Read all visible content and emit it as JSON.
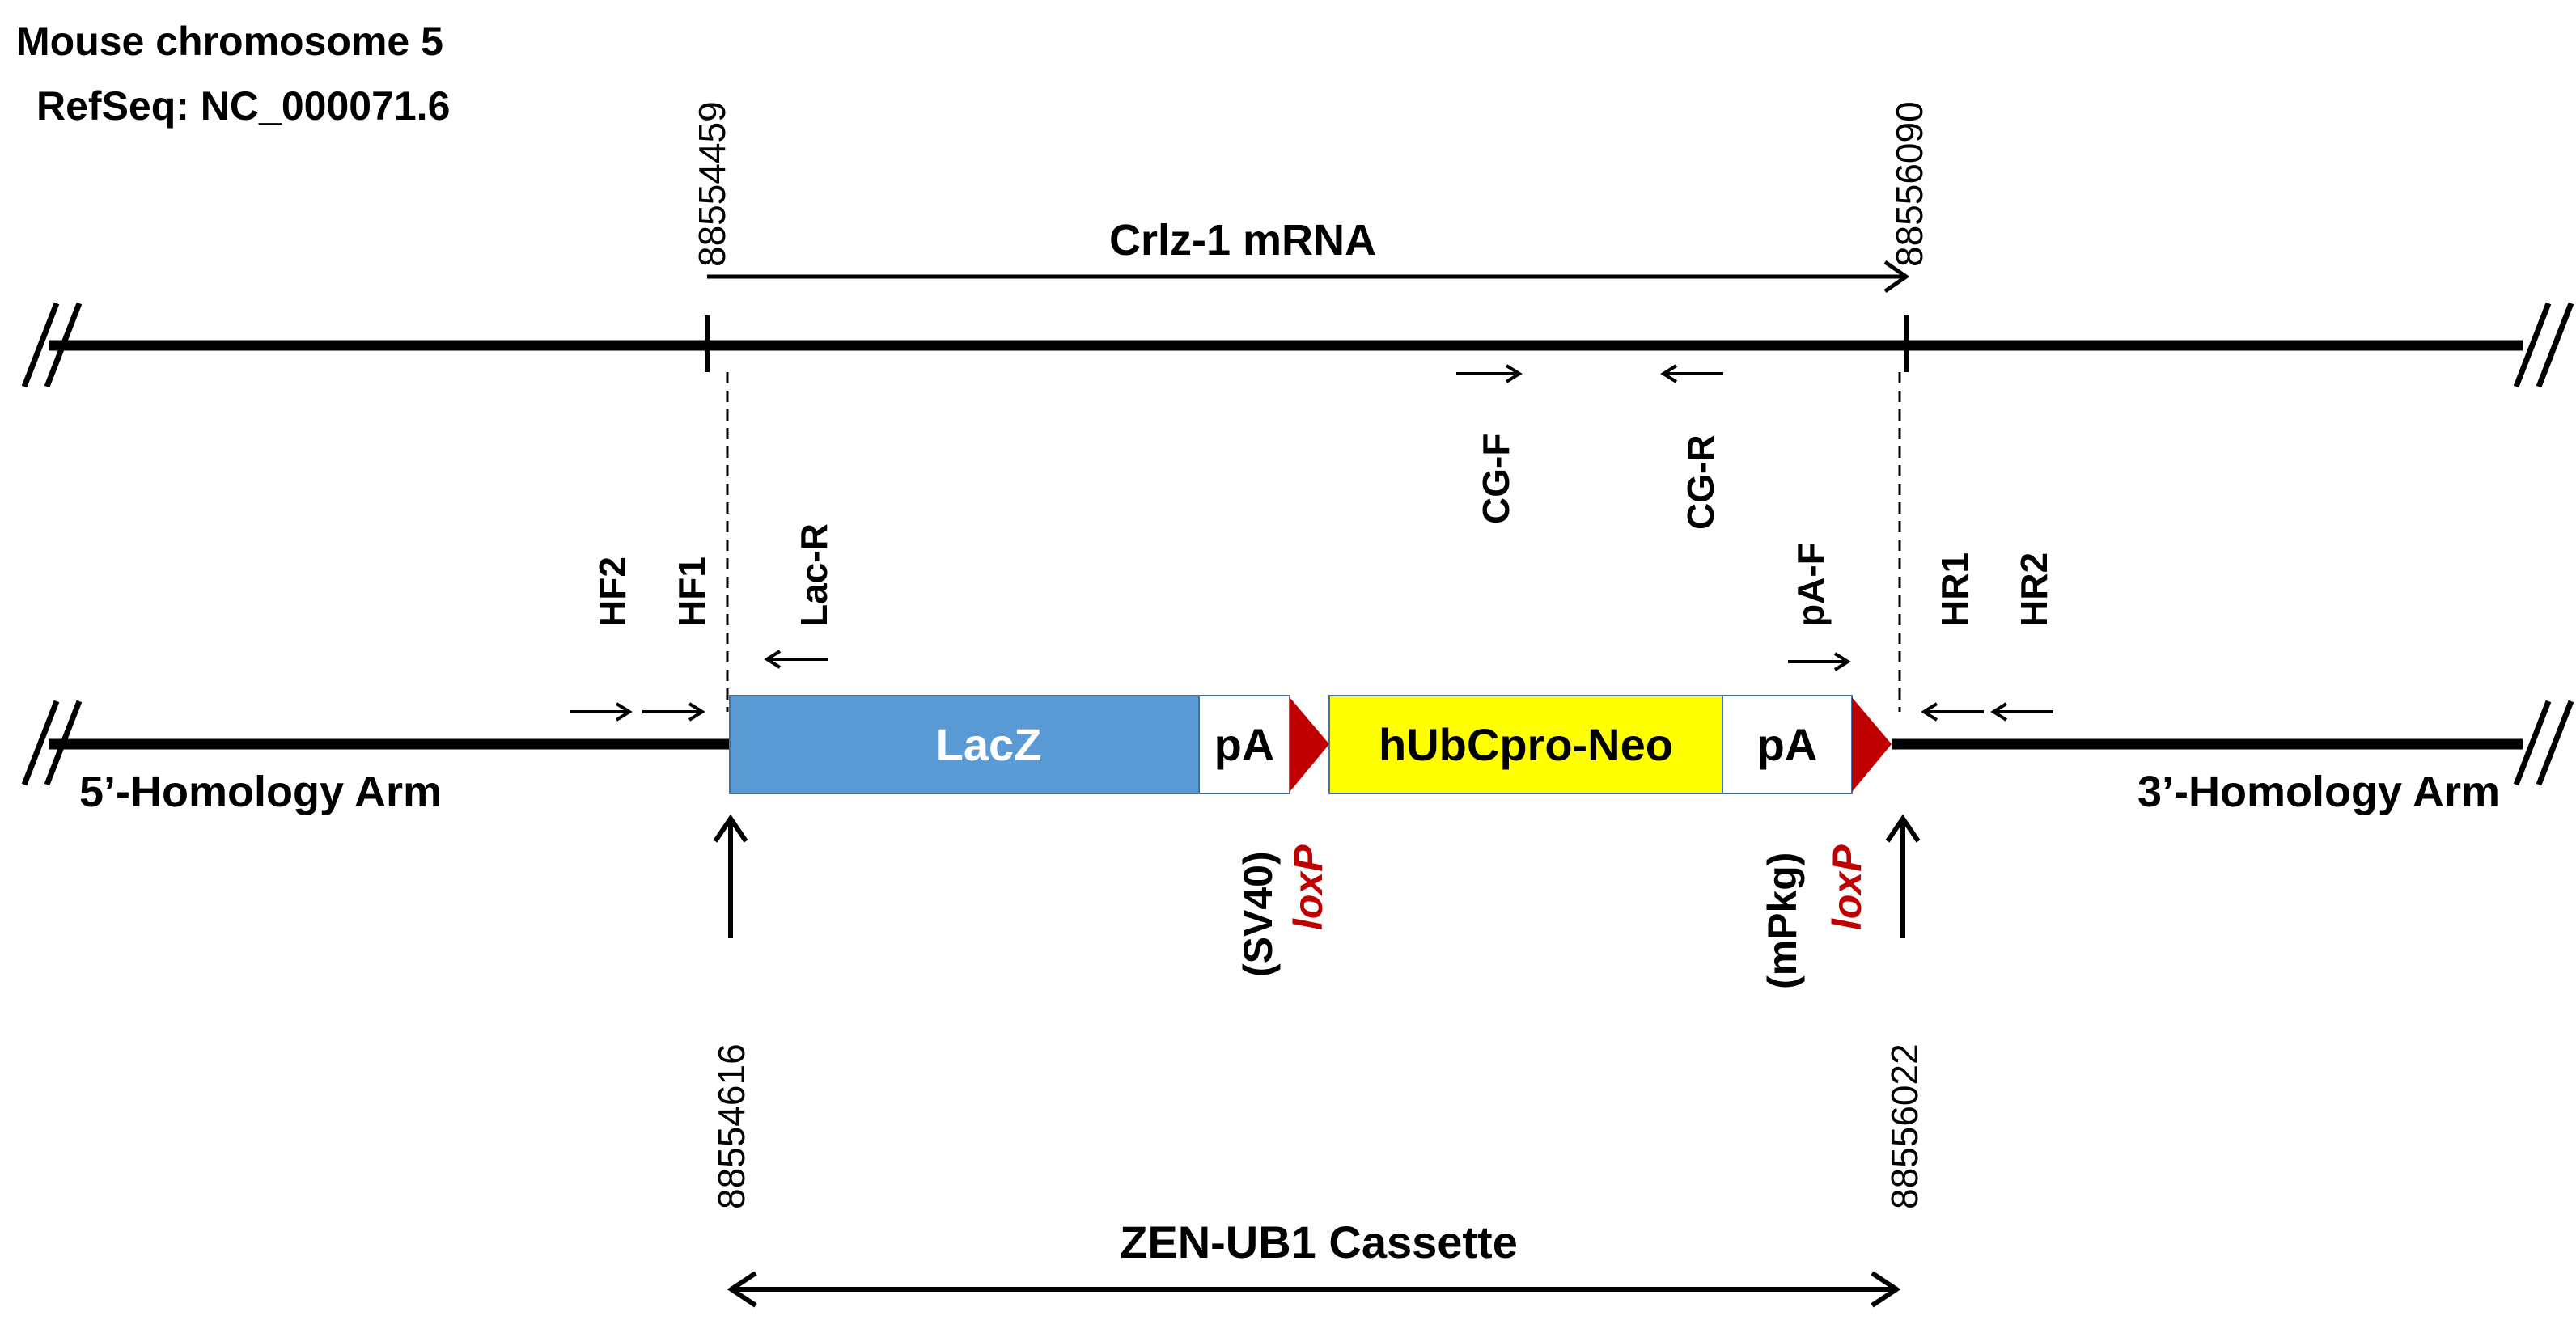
{
  "header": {
    "line1": "Mouse chromosome 5",
    "line2": "RefSeq: NC_000071.6"
  },
  "coordinates": {
    "mrna_start": "88554459",
    "mrna_end": "88556090",
    "cassette_start": "88554616",
    "cassette_end": "88556022"
  },
  "labels": {
    "mrna": "Crlz-1 mRNA",
    "left_arm": "5’-Homology Arm",
    "right_arm": "3’-Homology Arm",
    "cassette": "ZEN-UB1 Cassette"
  },
  "elements": {
    "lacz": "LacZ",
    "pa1": "pA",
    "neo": "hUbCpro-Neo",
    "pa2": "pA",
    "sv40": "(SV40)",
    "mpkg": "(mPkg)",
    "loxp1": "loxP",
    "loxp2": "loxP"
  },
  "primers": {
    "hf2": "HF2",
    "hf1": "HF1",
    "lac_r": "Lac-R",
    "cg_f": "CG-F",
    "cg_r": "CG-R",
    "pa_f": "pA-F",
    "hr1": "HR1",
    "hr2": "HR2"
  },
  "colors": {
    "lacz": "#5b9bd5",
    "neo": "#ffff00",
    "loxp": "#c00000",
    "loxp_text": "#c00000"
  }
}
